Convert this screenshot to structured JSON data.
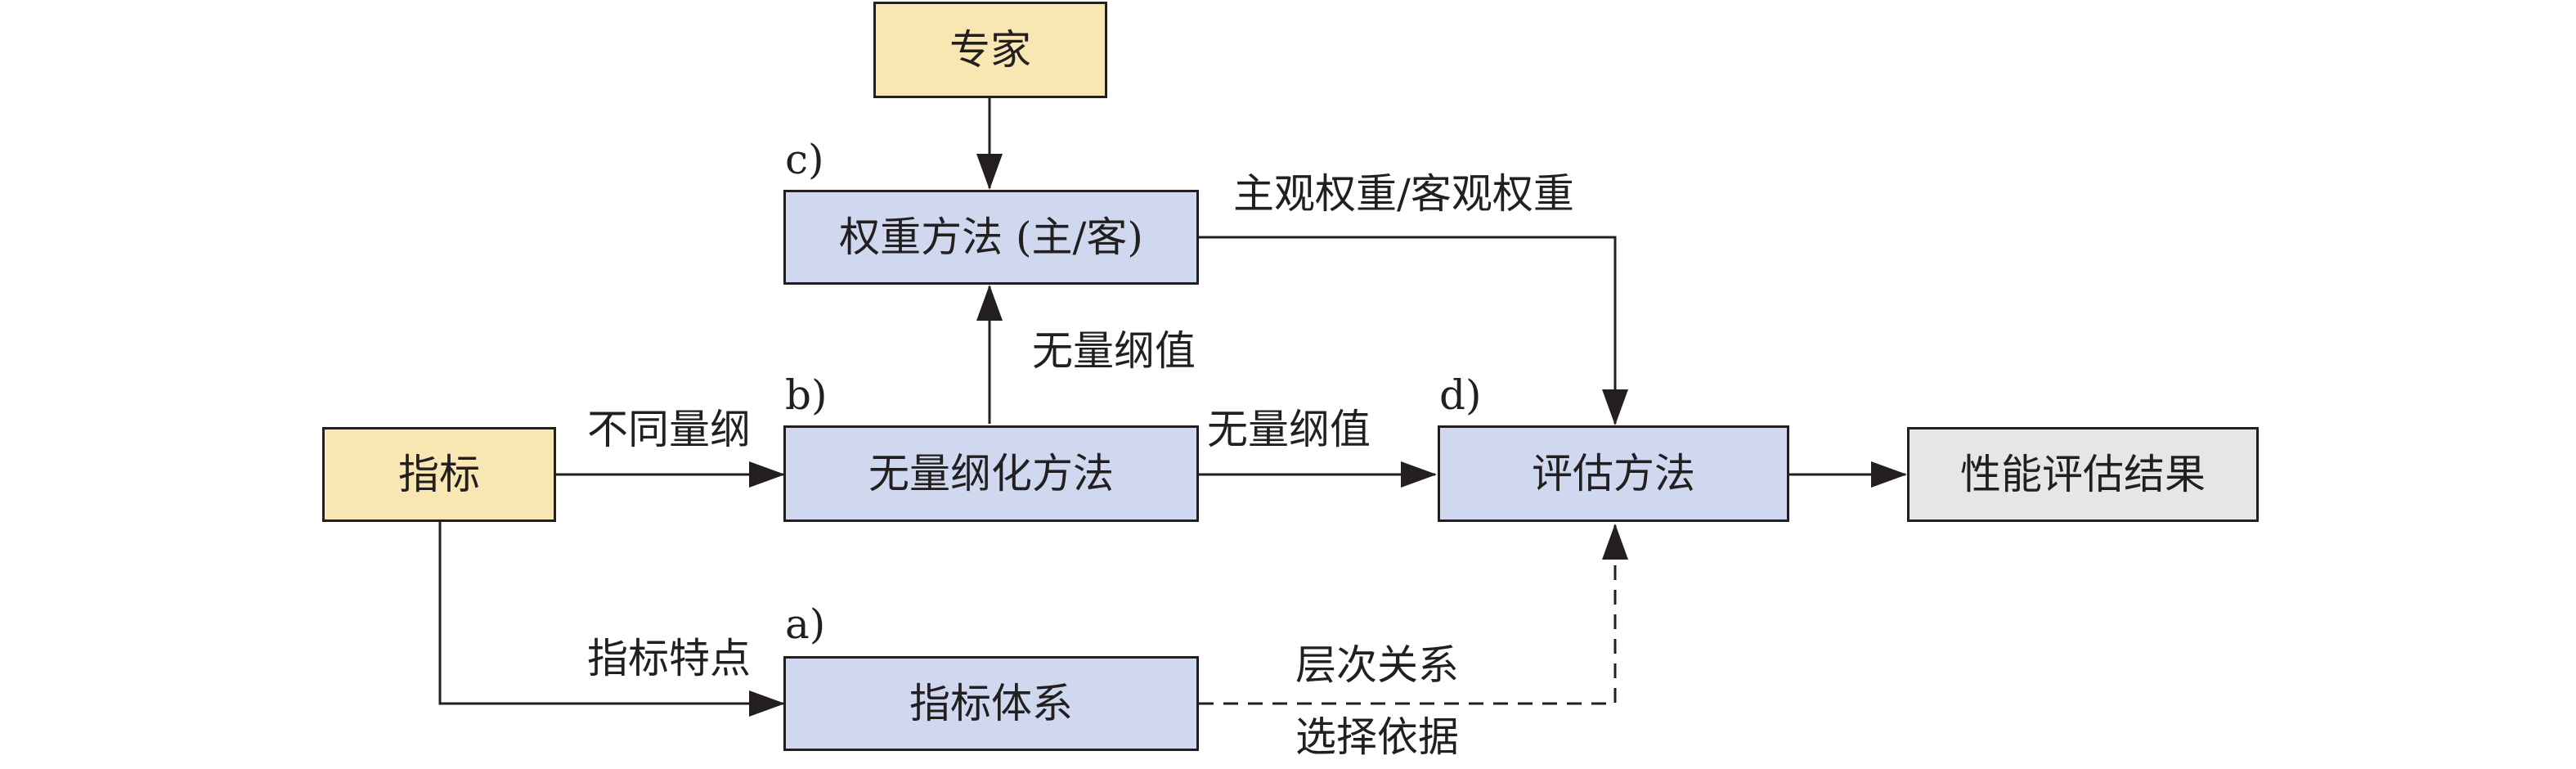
{
  "diagram": {
    "nodes": {
      "expert": "专家",
      "weight_method": "权重方法 (主/客)",
      "indicator": "指标",
      "dimensionless_method": "无量纲化方法",
      "evaluation_method": "评估方法",
      "performance_result": "性能评估结果",
      "indicator_system": "指标体系"
    },
    "sub_labels": {
      "a": "a)",
      "b": "b)",
      "c": "c)",
      "d": "d)"
    },
    "edge_labels": {
      "subjective_objective_weight": "主观权重/客观权重",
      "dimensionless_value_up": "无量纲值",
      "dimensionless_value_right": "无量纲值",
      "different_dimension": "不同量纲",
      "indicator_features": "指标特点",
      "hierarchy": "层次关系",
      "selection_basis": "选择依据"
    },
    "colors": {
      "process_box": "#cfd8ee",
      "input_box": "#f8e7b2",
      "output_box": "#e6e6e6",
      "line": "#231f20"
    }
  }
}
